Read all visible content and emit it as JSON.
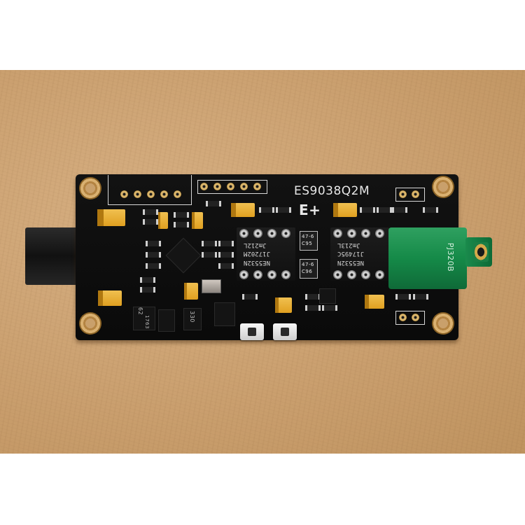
{
  "scene": {
    "subject": "ES9038Q2M DAC circuit board",
    "background": "cardboard"
  },
  "board": {
    "title": "ES9038Q2M",
    "brand_mark": "E+",
    "opamp_left": {
      "line1": "NE5532N",
      "line2": "J17202M",
      "line3": "Jm212L"
    },
    "opamp_right": {
      "line1": "NE5532N",
      "line2": "J17495C",
      "line3": "Jm213L"
    },
    "jack_label": "PJ320B",
    "reg_label_1": "62",
    "reg_label_2": "1763",
    "small_label": "330",
    "cap_labels": [
      "47-6",
      "47-6",
      "C95",
      "C96"
    ]
  },
  "colors": {
    "pcb": "#0d0d0d",
    "silkscreen": "#e8e8e8",
    "tantalum_cap": "#e6a82a",
    "headphone_jack": "#1a8a4c",
    "cardboard": "#c99e6d"
  }
}
